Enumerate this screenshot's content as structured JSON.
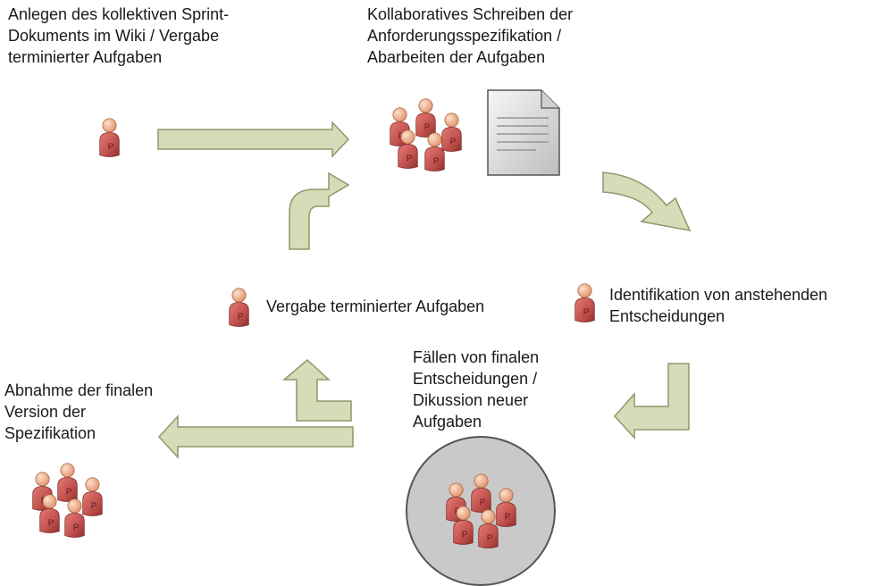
{
  "steps": {
    "create_document": "Anlegen des kollektiven Sprint-\nDokuments im Wiki / Vergabe\nterminierter Aufgaben",
    "collaborative_writing": "Kollaboratives Schreiben der\nAnforderungsspezifikation /\nAbarbeiten der Aufgaben",
    "identify_decisions": "Identifikation von anstehenden\nEntscheidungen",
    "assign_tasks": "Vergabe terminierter Aufgaben",
    "final_decisions": "Fällen von finalen\nEntscheidungen /\nDikussion neuer\nAufgaben",
    "acceptance": "Abnahme der finalen\nVersion der\nSpezifikation"
  },
  "person_badge": "P",
  "colors": {
    "arrow_fill": "#d6dbb8",
    "arrow_stroke": "#8c9a6a",
    "person_body": "#c0504d",
    "person_head": "#f2a987",
    "meeting_circle": "#c9c9c9",
    "document": "#e4e4e4"
  }
}
